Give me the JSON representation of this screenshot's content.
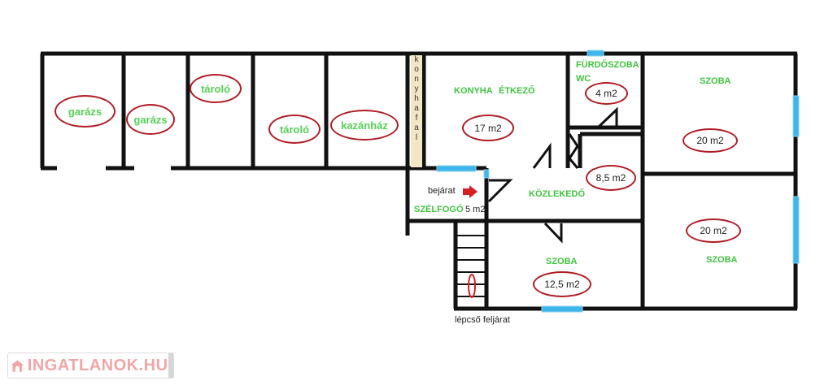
{
  "rooms": {
    "garazs1": {
      "name": "garázs"
    },
    "garazs2": {
      "name": "garázs"
    },
    "tarolo1": {
      "name": "tároló"
    },
    "tarolo2": {
      "name": "tároló"
    },
    "kazanhaz": {
      "name": "kazánház"
    },
    "konyhafal": {
      "name": "konyhafal"
    },
    "konyha": {
      "name1": "KONYHA",
      "name2": "ÉTKEZŐ",
      "area": "17 m2"
    },
    "furdo": {
      "name1": "FÜRDŐSZOBA",
      "name2": "WC",
      "area": "4 m2"
    },
    "szoba_top": {
      "name": "SZOBA",
      "area": "20 m2"
    },
    "kozlekedo": {
      "name": "KÖZLEKEDŐ",
      "area": "8,5 m2"
    },
    "szelfogo": {
      "name": "SZÉLFOGÓ",
      "area": "5 m2",
      "entrance": "bejárat"
    },
    "szoba_bottom_right": {
      "name": "SZOBA",
      "area": "20 m2"
    },
    "szoba_small": {
      "name": "SZOBA",
      "area": "12,5 m2"
    },
    "stairs": {
      "label": "lépcső feljárat"
    }
  },
  "logo": {
    "text": "INGATLANOK.HU"
  },
  "colors": {
    "wall": "#111111",
    "window": "#3fb6ea",
    "room_label": "#3fc43f",
    "ellipse": "#b01c24",
    "arrow": "#d42020"
  }
}
